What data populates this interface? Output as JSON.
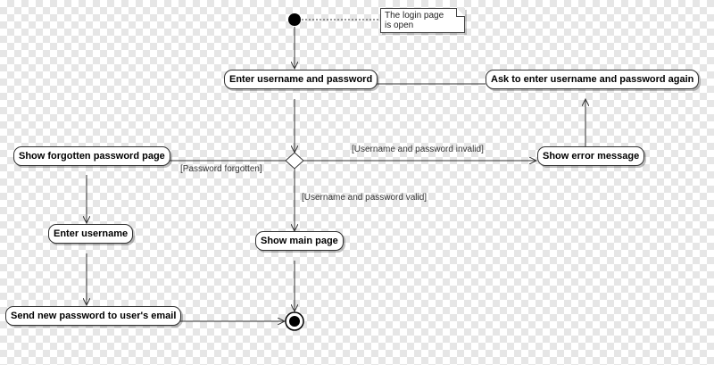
{
  "diagram": {
    "type": "activity",
    "note": {
      "text": "The login page is open"
    },
    "nodes": {
      "enter_credentials": "Enter username and password",
      "ask_again": "Ask to enter username and password again",
      "show_forgotten": "Show forgotten password page",
      "show_error": "Show error message",
      "enter_username": "Enter username",
      "show_main": "Show main page",
      "send_password": "Send new password to user's email"
    },
    "guards": {
      "invalid": "[Username and password invalid]",
      "forgotten": "[Password forgotten]",
      "valid": "[Username and password valid]"
    },
    "edges": [
      {
        "from": "start",
        "to": "enter_credentials"
      },
      {
        "from": "enter_credentials",
        "to": "decision"
      },
      {
        "from": "decision",
        "to": "show_error",
        "guard": "invalid"
      },
      {
        "from": "decision",
        "to": "show_forgotten",
        "guard": "forgotten"
      },
      {
        "from": "decision",
        "to": "show_main",
        "guard": "valid"
      },
      {
        "from": "show_error",
        "to": "ask_again"
      },
      {
        "from": "ask_again",
        "to": "enter_credentials"
      },
      {
        "from": "show_forgotten",
        "to": "enter_username"
      },
      {
        "from": "enter_username",
        "to": "send_password"
      },
      {
        "from": "send_password",
        "to": "end"
      },
      {
        "from": "show_main",
        "to": "end"
      }
    ]
  }
}
